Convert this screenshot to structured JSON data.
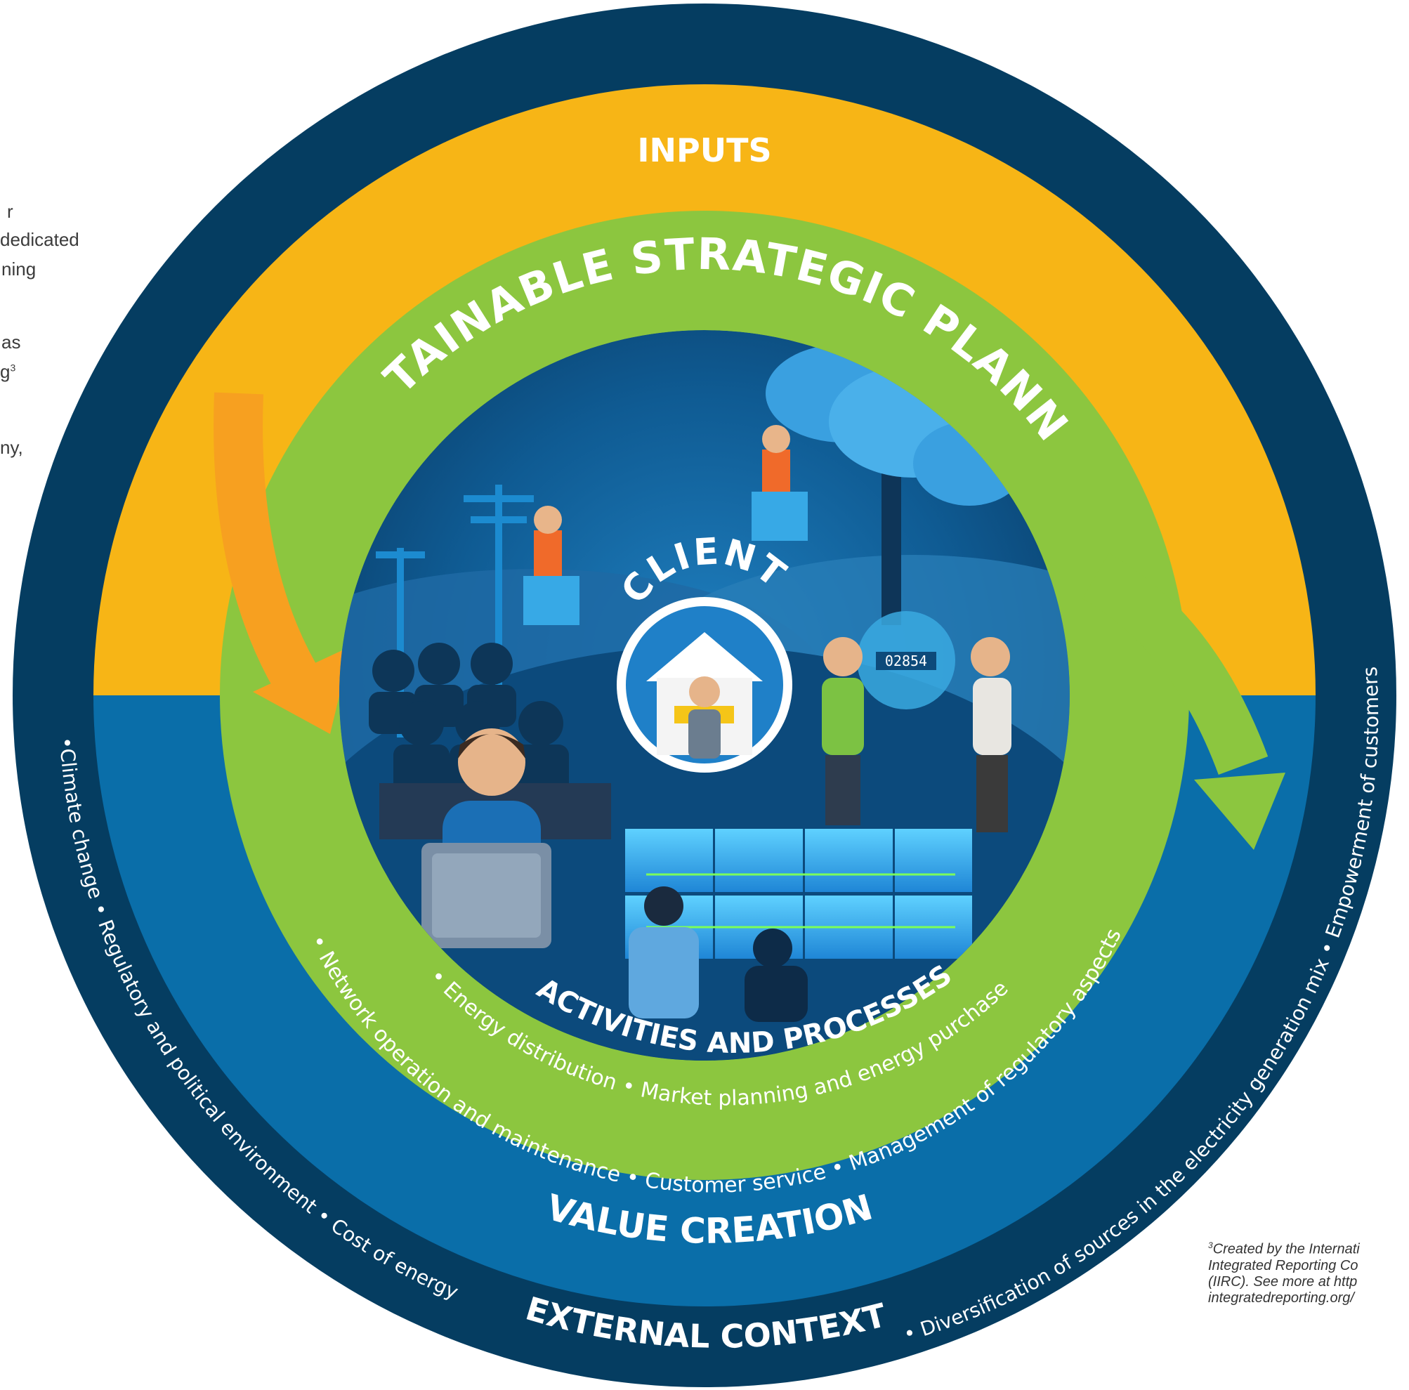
{
  "colors": {
    "outer_ring": "#053d61",
    "inputs_yellow": "#f7b516",
    "value_blue": "#0a6ea9",
    "green_ring": "#8cc63f",
    "center_blue": "#0e5c95",
    "white": "#ffffff"
  },
  "left_margin_text": [
    "r",
    "dedicated",
    "ning",
    "as",
    "g",
    "ny,"
  ],
  "left_margin_superscript": "3",
  "footnote": {
    "marker": "3",
    "line1": "Created by the Internati",
    "line2": "Integrated Reporting Co",
    "line3": "(IIRC). See more at http",
    "line4": "integratedreporting.org/"
  },
  "diagram": {
    "inputs_label": "INPUTS",
    "value_creation_label": "VALUE CREATION",
    "external_context_label": "EXTERNAL CONTEXT",
    "external_left_arc": "•Climate change • Regulatory and political environment • Cost of energy",
    "external_right_arc": "• Diversification of sources in the electricity generation mix • Empowerment of customers",
    "strategic_planning_label": "SUSTAINABLE STRATEGIC PLANNING",
    "client_label": "CLIENT",
    "meter_reading": "02854",
    "activities_title": "ACTIVITIES AND PROCESSES",
    "activities_line1": "• Energy distribution • Market planning and energy purchase",
    "activities_line2": "• Network operation and maintenance • Customer service • Management of regulatory aspects"
  }
}
